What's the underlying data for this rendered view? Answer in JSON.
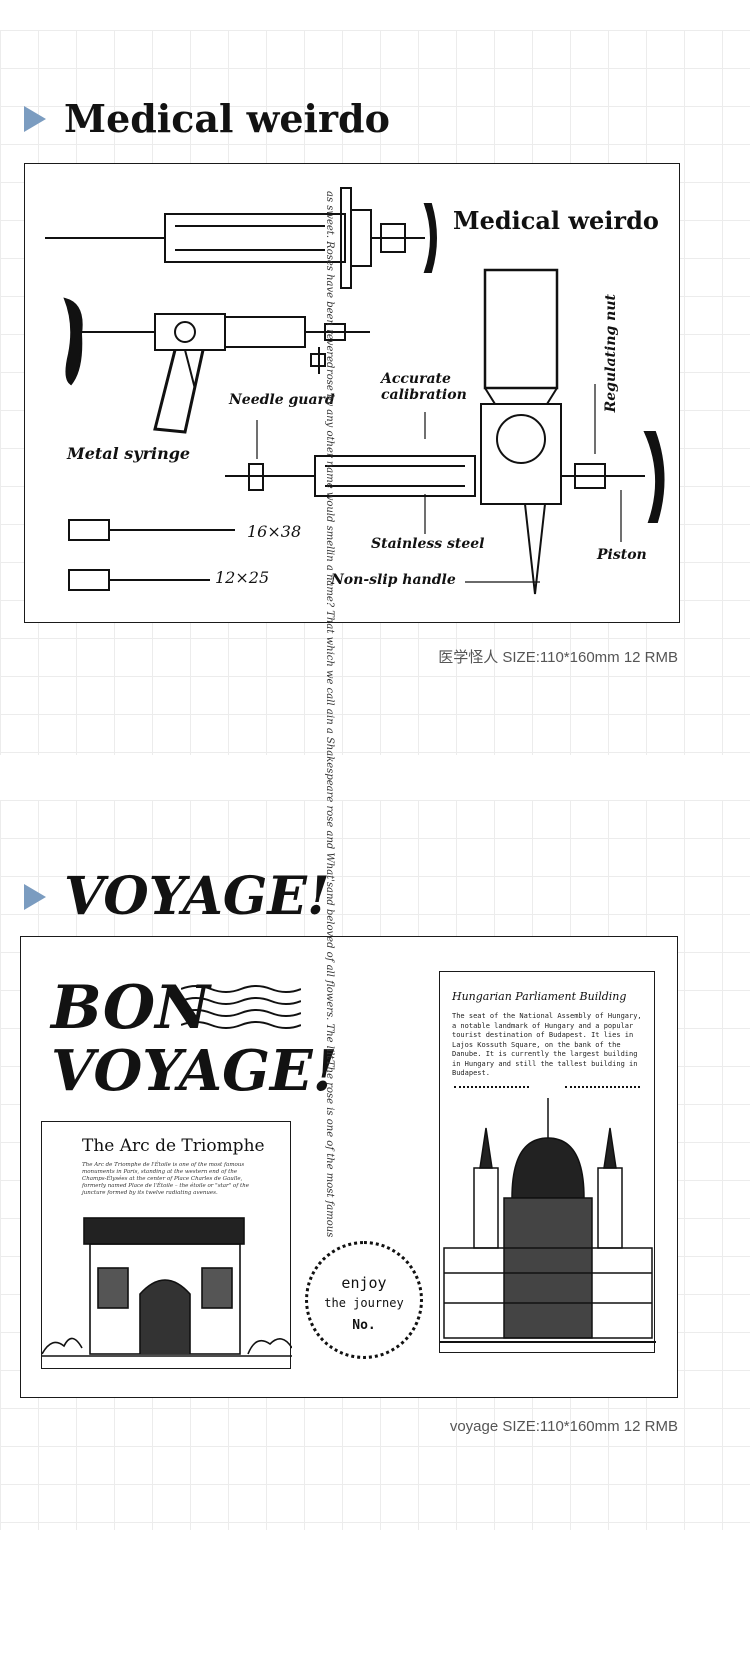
{
  "sections": {
    "medical": {
      "title": "Medical weirdo",
      "card_title": "Medical weirdo",
      "labels": {
        "needle_guard": "Needle guard",
        "accurate_calibration_1": "Accurate",
        "accurate_calibration_2": "calibration",
        "regulating_nut": "Regulating nut",
        "metal_syringe": "Metal syringe",
        "size_1": "16×38",
        "size_2": "12×25",
        "stainless_steel": "Stainless steel",
        "piston": "Piston",
        "non_slip_handle": "Non-slip handle"
      },
      "caption": "医学怪人   SIZE:110*160mm   12 RMB"
    },
    "voyage": {
      "title": "VOYAGE!",
      "bon": "BON",
      "voyage_big": "VOYAGE!",
      "arc": {
        "title": "The Arc de Triomphe",
        "text": "The Arc de Triomphe de l'Étoile is one of the most famous monuments in Paris, standing at the western end of the Champs-Élysées at the center of Place Charles de Gaulle, formerly named Place de l'Étoile – the étoile or \"star\" of the juncture formed by its twelve radiating avenues."
      },
      "vertical_lines": [
        "The rose is one of the most famous",
        "and beloved of all flowers. The lilt",
        "in a Shakespeare rose and What's",
        "in a name? That which we call a",
        "rose by any other name would smell",
        "as sweet. Roses have been revered"
      ],
      "stamp": {
        "line1": "enjoy",
        "line2": "the journey",
        "line3": "No."
      },
      "parliament": {
        "title": "Hungarian Parliament Building",
        "text": "The seat of the National Assembly of Hungary, a notable landmark of Hungary and a popular tourist destination of Budapest. It lies in Lajos Kossuth Square, on the bank of the Danube. It is currently the largest building in Hungary and still the tallest building in Budapest."
      },
      "caption": "voyage SIZE:110*160mm   12 RMB"
    }
  },
  "colors": {
    "accent_triangle": "#7b9cc0",
    "grid_line": "#ececec",
    "ink": "#111111"
  }
}
